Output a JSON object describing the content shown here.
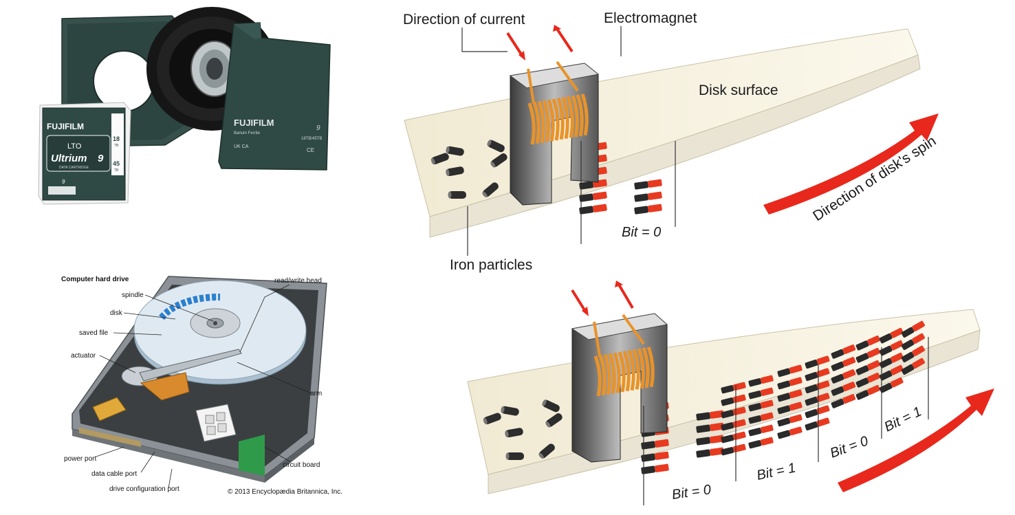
{
  "tape": {
    "brand": "FUJIFILM",
    "lto": "LTO",
    "ultrium": "Ultrium",
    "gen": "9",
    "data_cartridge": "DATA CARTRIDGE",
    "cap_native": "18",
    "cap_compressed": "45",
    "unit": "TB",
    "barium": "Barium Ferrite",
    "capacity_combined": "18TB/45TB",
    "ukca": "UK CA",
    "ce": "CE"
  },
  "hdd": {
    "title": "Computer hard drive",
    "labels": {
      "spindle": "spindle",
      "disk": "disk",
      "saved_file": "saved file",
      "actuator": "actuator",
      "read_write_head": "read/write head",
      "arm": "arm",
      "circuit_board": "circuit board",
      "power_port": "power port",
      "data_cable_port": "data cable port",
      "drive_configuration_port": "drive configuration port"
    },
    "copyright": "© 2013 Encyclopædia Britannica, Inc."
  },
  "magnet_diagram": {
    "direction_of_current": "Direction of current",
    "electromagnet": "Electromagnet",
    "disk_surface": "Disk surface",
    "direction_of_spin": "Direction of disk's spin",
    "iron_particles": "Iron particles",
    "top_bit": "Bit = 0",
    "bottom_bits": [
      "Bit = 0",
      "Bit = 1",
      "Bit = 0",
      "Bit = 1"
    ]
  },
  "colors": {
    "tape_shell": "#2f4a45",
    "coil": "#e8932a",
    "arrow_red": "#e8281c",
    "particle_dark": "#2a2a2a",
    "particle_red": "#e83a20",
    "hdd_blue": "#2a7fd0"
  }
}
